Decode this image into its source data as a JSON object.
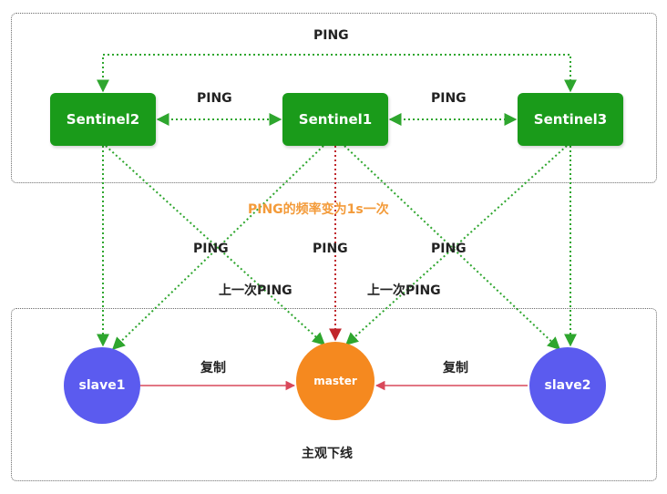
{
  "nodes": {
    "sentinel1": "Sentinel1",
    "sentinel2": "Sentinel2",
    "sentinel3": "Sentinel3",
    "master": "master",
    "slave1": "slave1",
    "slave2": "slave2"
  },
  "labels": {
    "ping_top": "PING",
    "ping_left": "PING",
    "ping_right": "PING",
    "ping_frequency": "PING的频率变为1s一次",
    "ping_diag_left": "PING",
    "ping_mid": "PING",
    "ping_diag_right": "PING",
    "last_ping_left": "上一次PING",
    "last_ping_right": "上一次PING",
    "replicate_left": "复制",
    "replicate_right": "复制",
    "subjective_down": "主观下线"
  },
  "colors": {
    "sentinel": "#1a9b1a",
    "slave": "#5b5bef",
    "master": "#f5891f",
    "ping_edge": "#2ea62e",
    "master_ping_edge": "#c0262c",
    "replication_edge": "#d9485a",
    "frequency_text": "#f39b3a"
  }
}
